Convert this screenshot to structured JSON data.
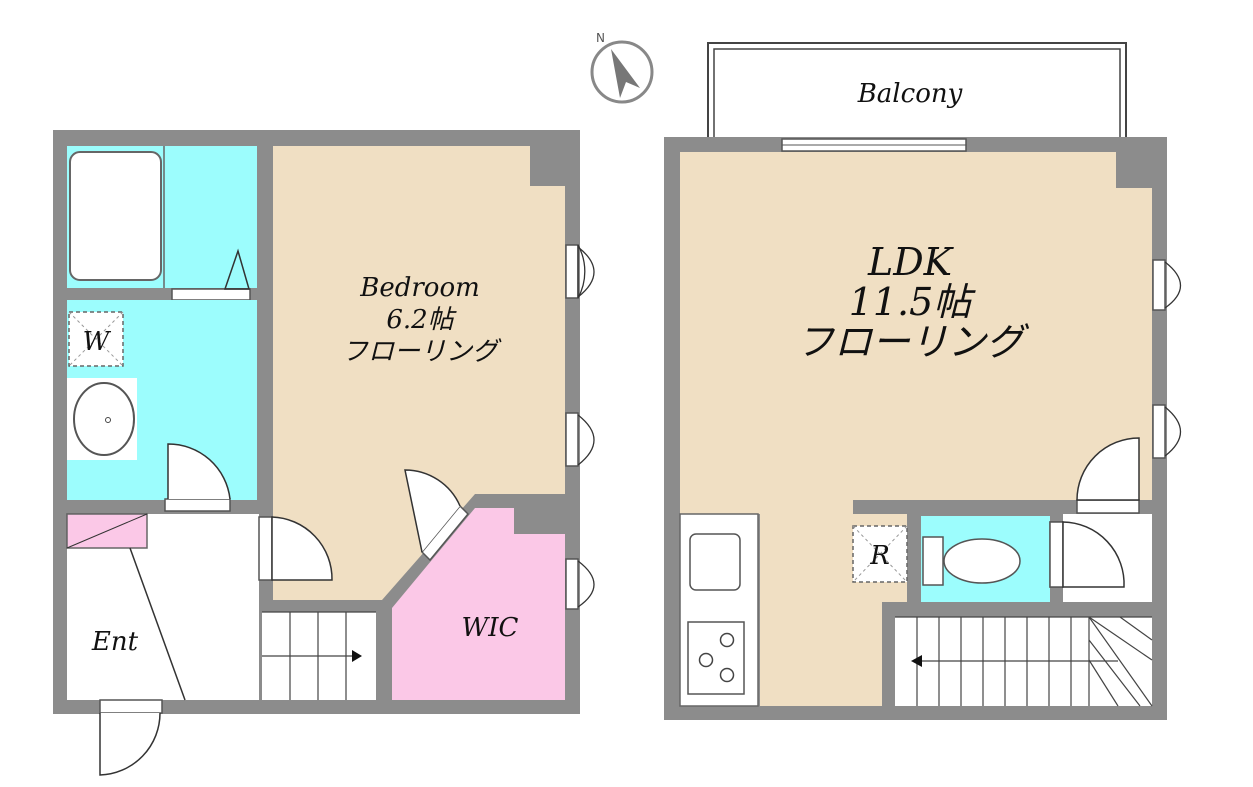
{
  "floor1": {
    "bedroom": {
      "name": "Bedroom",
      "size": "6.2帖",
      "floor": "フローリング"
    },
    "wic": "WIC",
    "entrance": "Ent",
    "washer": "W"
  },
  "floor2": {
    "balcony": "Balcony",
    "ldk": {
      "name": "LDK",
      "size": "11.5帖",
      "floor": "フローリング"
    },
    "fridge": "R"
  },
  "compass": {
    "label": "N"
  },
  "colors": {
    "wall": "#8c8c8c",
    "wood": "#f0dfc3",
    "water": "#9cfdfd",
    "closet": "#fbc8e7",
    "plain": "#ffffff"
  }
}
